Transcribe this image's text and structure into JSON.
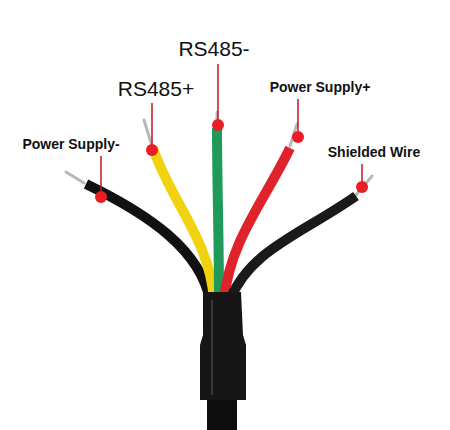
{
  "diagram": {
    "labels": [
      "RS485-",
      "RS485+",
      "Power Supply+",
      "Power Supply-",
      "Shielded Wire"
    ]
  }
}
